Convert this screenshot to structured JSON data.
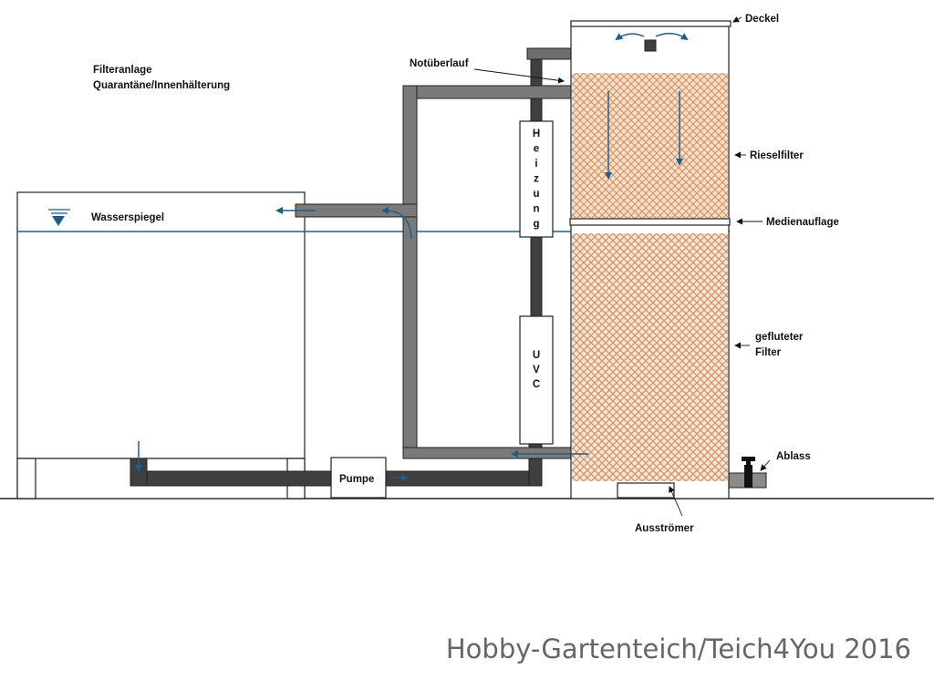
{
  "labels": {
    "title_line1": "Filteranlage",
    "title_line2": "Quarantäne/Innenhälterung",
    "water_level": "Wasserspiegel",
    "overflow": "Notüberlauf",
    "lid": "Deckel",
    "trickle_filter": "Rieselfilter",
    "media_support": "Medienauflage",
    "flooded_filter_line1": "gefluteter",
    "flooded_filter_line2": "Filter",
    "drain": "Ablass",
    "outlet": "Ausströmer",
    "pump": "Pumpe",
    "heater_letters": [
      "H",
      "e",
      "i",
      "z",
      "u",
      "n",
      "g"
    ],
    "uvc_letters": [
      "U",
      "V",
      "C"
    ]
  },
  "credit": "Hobby-Gartenteich/Teich4You 2016",
  "colors": {
    "pipe": "#7a7a7a",
    "pipe_dark": "#3f3f3f",
    "water_flow": "#1f5d8a",
    "filter_media": "#c8875a",
    "outline": "#222222"
  }
}
